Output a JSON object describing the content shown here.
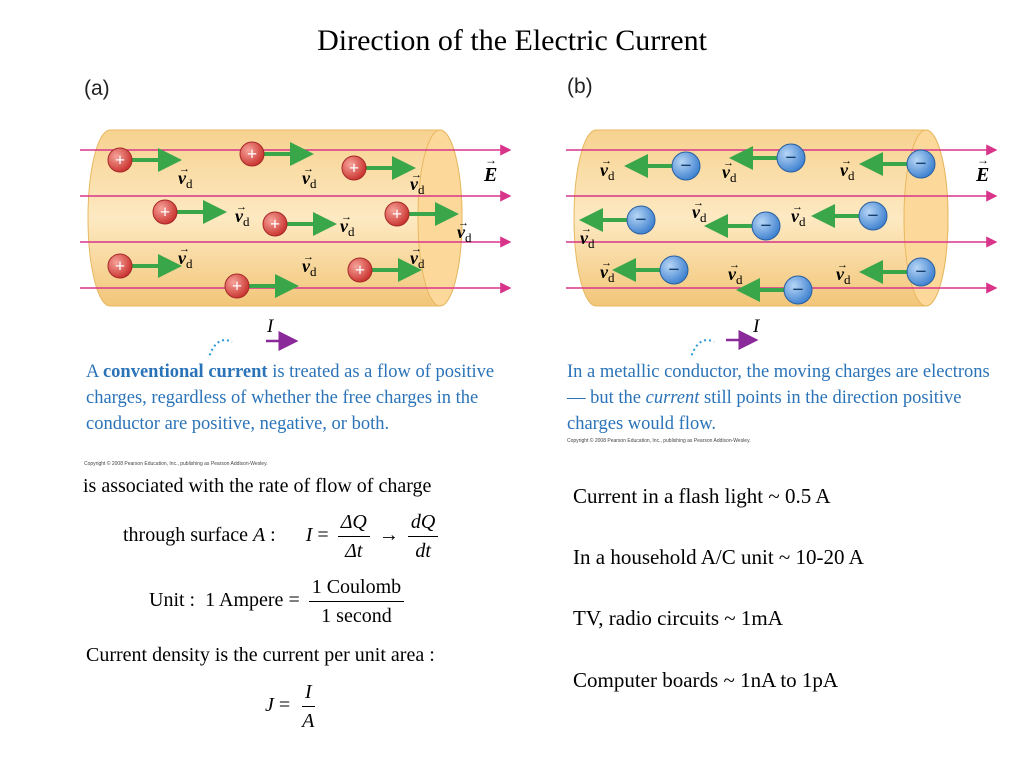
{
  "title": "Direction of the Electric Current",
  "panel_a": {
    "label": "(a)",
    "field_label": "E",
    "velocity_label": "v",
    "velocity_subscript": "d",
    "current_label": "I",
    "caption": {
      "pre": "A ",
      "bold": "conventional current",
      "post": " is treated as a flow of positive charges, regardless of whether the free charges in the conductor are positive, negative, or both."
    },
    "charge_sign": "+",
    "copyright": "Copyright © 2008 Pearson Education, Inc., publishing as Pearson Addison-Wesley."
  },
  "panel_b": {
    "label": "(b)",
    "field_label": "E",
    "velocity_label": "v",
    "velocity_subscript": "d",
    "current_label": "I",
    "caption": {
      "pre": "In a metallic conductor, the moving charges are electrons — but the ",
      "italic": "current",
      "post": " still points in the direction positive charges would flow."
    },
    "charge_sign": "−",
    "copyright": "Copyright © 2008 Pearson Education, Inc., publishing as Pearson Addison-Wesley."
  },
  "equations": {
    "line1": "is associated with the rate of flow of charge",
    "through": "through surface ",
    "A": "A",
    "colon": " :",
    "I": "I",
    "eq": "=",
    "dQ_big": "ΔQ",
    "dt_big": "Δt",
    "arrow": "→",
    "dQ": "dQ",
    "dt": "dt",
    "unit_label": "Unit :",
    "unit_lhs": "1 Ampere",
    "unit_num": "1 Coulomb",
    "unit_den": "1 second",
    "density_text": "Current density is the current per unit area :",
    "J": "J",
    "J_num": "I",
    "J_den": "A"
  },
  "examples": [
    "Current in a flash light ~ 0.5 A",
    "In a household A/C unit ~ 10-20 A",
    "TV, radio circuits ~ 1mA",
    "Computer boards ~ 1nA to 1pA"
  ],
  "colors": {
    "conductor": "#fbe0a8",
    "conductor_edge": "#e8b860",
    "field_line": "#d8358a",
    "velocity_arrow": "#3aa64a",
    "positive_charge": "#d9534f",
    "negative_charge": "#4a90d9",
    "caption_text": "#2a73b8",
    "current_arrow": "#8a2a9a"
  }
}
